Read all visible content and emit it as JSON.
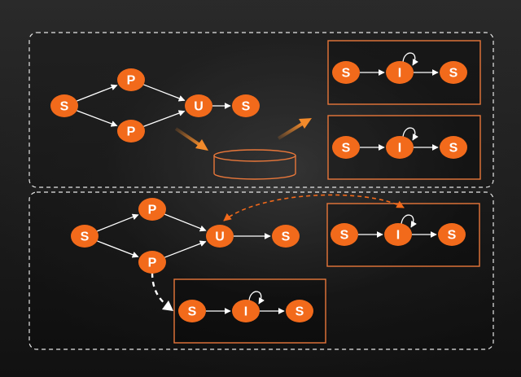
{
  "colors": {
    "node_fill": "#f26a1b",
    "box_stroke": "#e8773a",
    "edge": "#ffffff",
    "dashed_frame": "#e6e6e6",
    "background": "#1b1b1b"
  },
  "panels": [
    {
      "id": "top-panel",
      "style": "dashed"
    },
    {
      "id": "bottom-panel",
      "style": "dashed"
    }
  ],
  "top_flow": {
    "nodes": [
      {
        "id": "t-s1",
        "label": "S"
      },
      {
        "id": "t-p1",
        "label": "P"
      },
      {
        "id": "t-p2",
        "label": "P"
      },
      {
        "id": "t-u",
        "label": "U"
      },
      {
        "id": "t-s2",
        "label": "S"
      }
    ],
    "edges": [
      [
        "t-s1",
        "t-p1"
      ],
      [
        "t-s1",
        "t-p2"
      ],
      [
        "t-p1",
        "t-u"
      ],
      [
        "t-p2",
        "t-u"
      ],
      [
        "t-u",
        "t-s2"
      ]
    ],
    "storage_icon": "cylinder-storage-icon",
    "arrows": [
      "orange-arrow-down-icon",
      "orange-arrow-up-icon"
    ]
  },
  "top_side_boxes": [
    {
      "nodes": [
        "S",
        "I",
        "S"
      ],
      "self_loop_on": "I"
    },
    {
      "nodes": [
        "S",
        "I",
        "S"
      ],
      "self_loop_on": "I"
    }
  ],
  "bottom_flow": {
    "nodes": [
      {
        "id": "b-s1",
        "label": "S"
      },
      {
        "id": "b-p1",
        "label": "P"
      },
      {
        "id": "b-p2",
        "label": "P"
      },
      {
        "id": "b-u",
        "label": "U"
      },
      {
        "id": "b-s2",
        "label": "S"
      }
    ],
    "edges": [
      [
        "b-s1",
        "b-p1"
      ],
      [
        "b-s1",
        "b-p2"
      ],
      [
        "b-p1",
        "b-u"
      ],
      [
        "b-p2",
        "b-u"
      ],
      [
        "b-u",
        "b-s2"
      ]
    ],
    "dashed_link": "orange-dashed-curve-arrow",
    "branch_arrow": "white-dashed-arrow"
  },
  "bottom_side_boxes": [
    {
      "nodes": [
        "S",
        "I",
        "S"
      ],
      "self_loop_on": "I"
    },
    {
      "nodes": [
        "S",
        "I",
        "S"
      ],
      "self_loop_on": "I"
    }
  ]
}
